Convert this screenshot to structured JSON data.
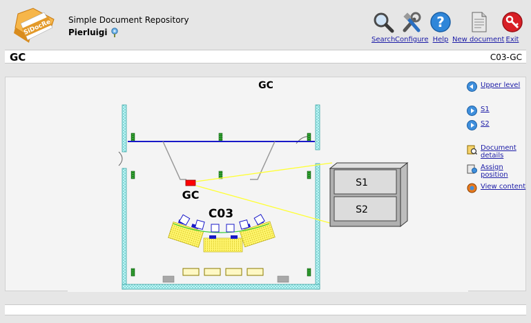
{
  "app": {
    "title": "Simple Document Repository",
    "logo_text": "SiDocRe",
    "user": "Pierluigi"
  },
  "toolbar": [
    {
      "label": "Search",
      "icon": "search-icon"
    },
    {
      "label": "Configure",
      "icon": "configure-icon"
    },
    {
      "label": "Help",
      "icon": "help-icon"
    },
    {
      "label": "New document",
      "icon": "new-document-icon"
    },
    {
      "label": "Exit",
      "icon": "exit-icon"
    }
  ],
  "page": {
    "title": "GC",
    "code": "C03-GC"
  },
  "map": {
    "heading": "GC",
    "cabinet_label": "GC",
    "room_label": "C03",
    "shelves": [
      "S1",
      "S2"
    ]
  },
  "sidebar": {
    "upper_level": "Upper level",
    "shelf_links": [
      "S1",
      "S2"
    ],
    "document_details": [
      "Document",
      "details"
    ],
    "assign_position": [
      "Assign",
      "position"
    ],
    "view_content": "View content"
  },
  "colors": {
    "link": "#1a1aa6",
    "wall": "#a0f0f0",
    "desk": "#f4ec66",
    "highlight": "#ff0000",
    "connector": "#ffff33"
  }
}
